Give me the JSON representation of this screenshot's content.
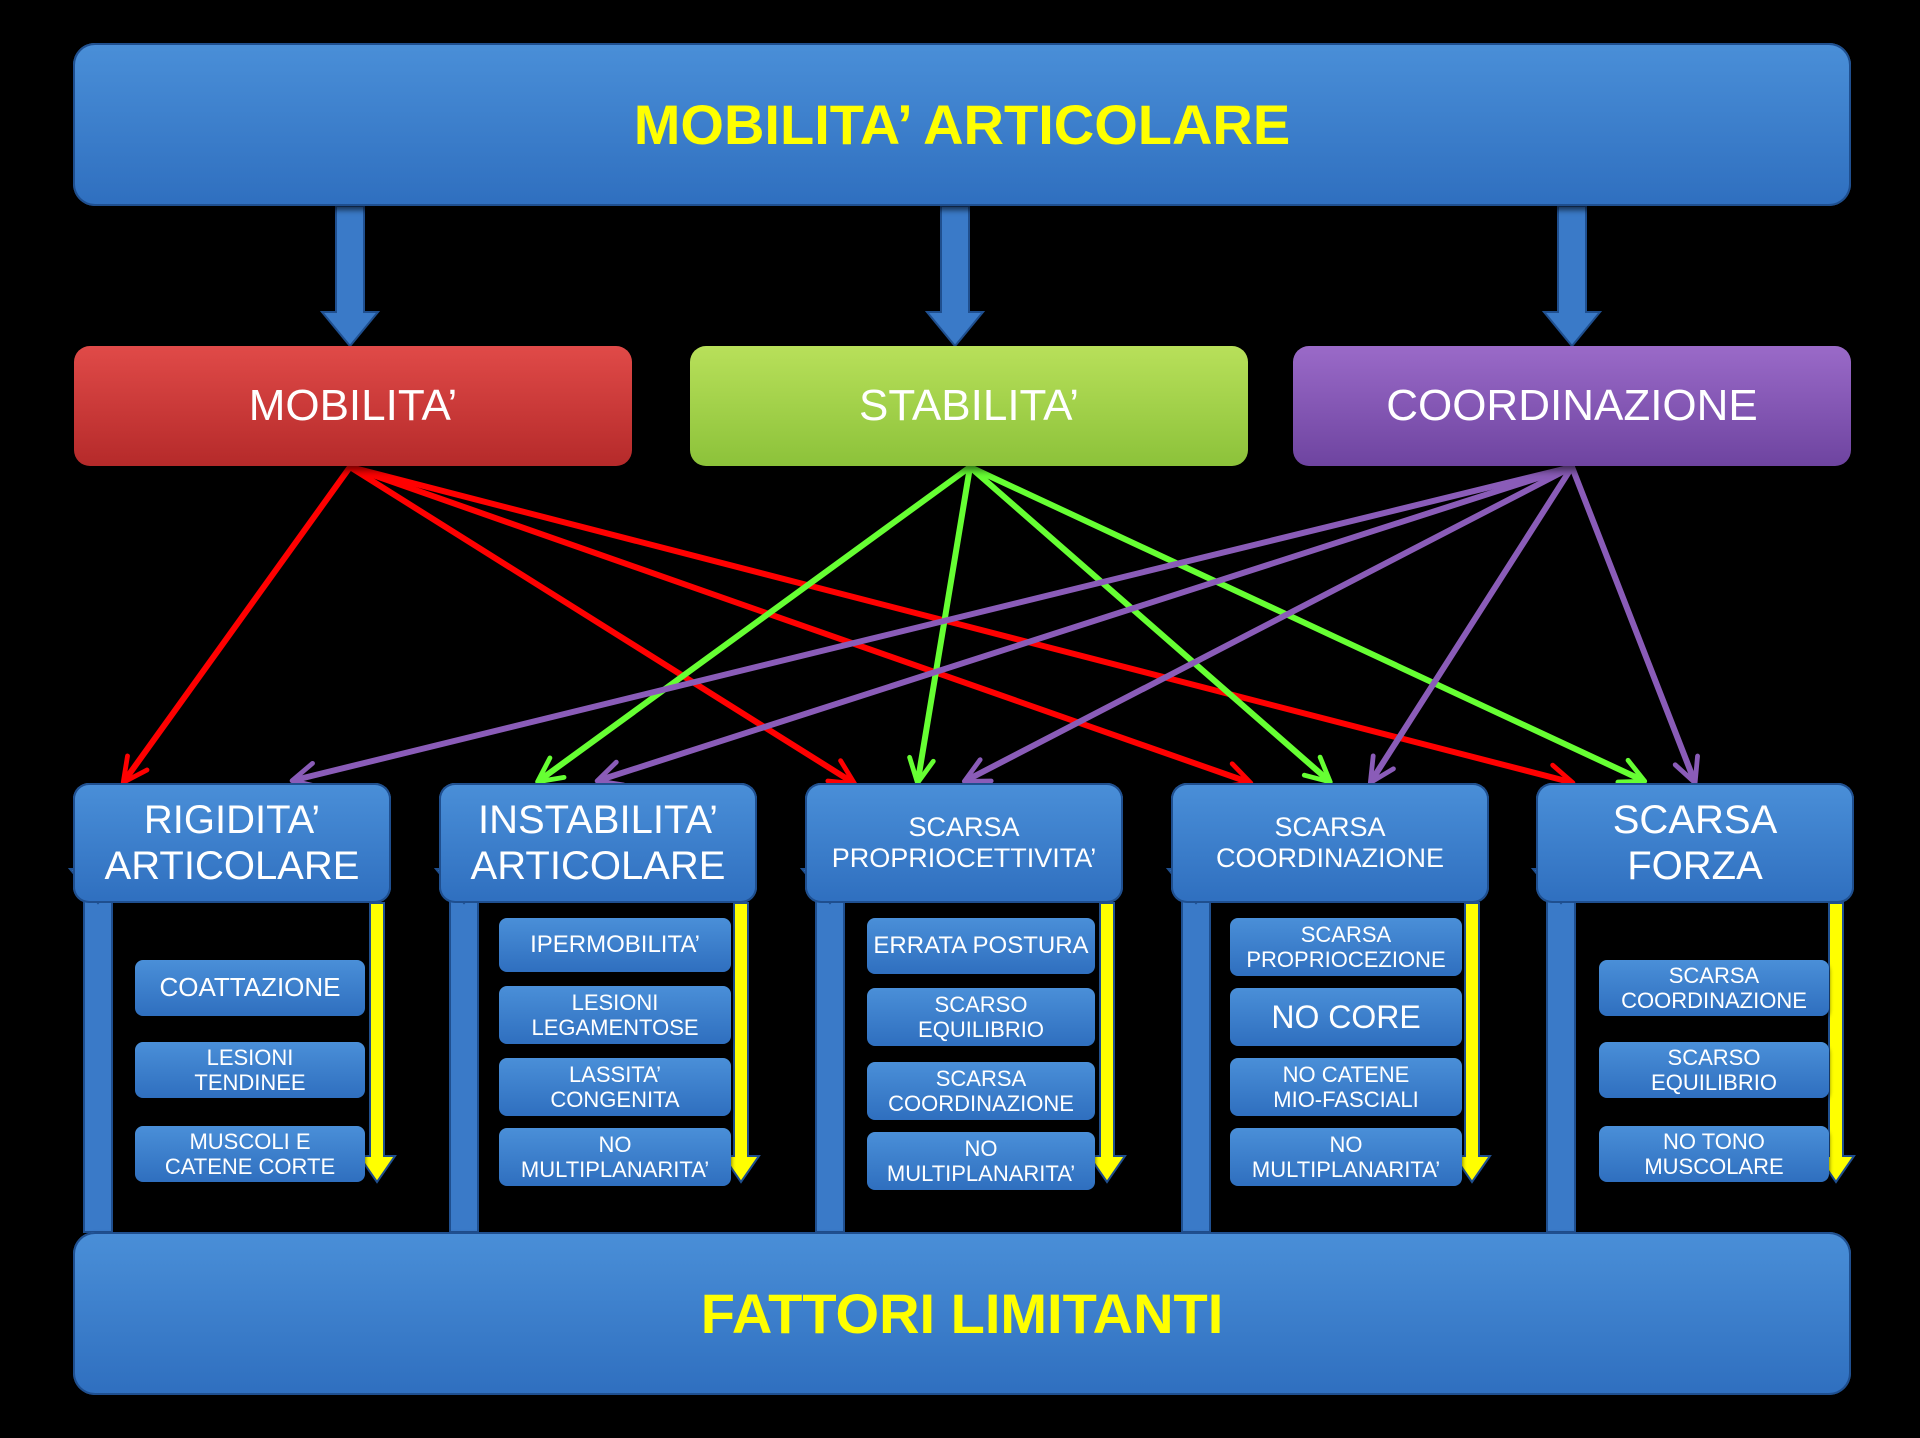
{
  "header": {
    "title": "MOBILITA’ ARTICOLARE"
  },
  "footer": {
    "title": "FATTORI LIMITANTI"
  },
  "components": [
    {
      "label": "MOBILITA’",
      "color": "#d93c3a"
    },
    {
      "label": "STABILITA’",
      "color": "#a4d44e"
    },
    {
      "label": "COORDINAZIONE",
      "color": "#8457b6"
    }
  ],
  "arrow_colors": {
    "mobilita": "#ff0000",
    "stabilita": "#66ff33",
    "coordinazione": "#8a5cb8",
    "down": "#ffff00",
    "link": "#3a7ac8"
  },
  "categories": [
    {
      "line1": "RIGIDITA’",
      "line2": "ARTICOLARE",
      "items": [
        [
          "COATTAZIONE"
        ],
        [
          "LESIONI",
          "TENDINEE"
        ],
        [
          "MUSCOLI E",
          "CATENE CORTE"
        ]
      ]
    },
    {
      "line1": "INSTABILITA’",
      "line2": "ARTICOLARE",
      "items": [
        [
          "IPERMOBILITA’"
        ],
        [
          "LESIONI",
          "LEGAMENTOSE"
        ],
        [
          "LASSITA’",
          "CONGENITA"
        ],
        [
          "NO",
          "MULTIPLANARITA’"
        ]
      ]
    },
    {
      "line1": "SCARSA",
      "line2": "PROPRIOCETTIVITA’",
      "items": [
        [
          "ERRATA POSTURA"
        ],
        [
          "SCARSO",
          "EQUILIBRIO"
        ],
        [
          "SCARSA",
          "COORDINAZIONE"
        ],
        [
          "NO",
          "MULTIPLANARITA’"
        ]
      ]
    },
    {
      "line1": "SCARSA",
      "line2": "COORDINAZIONE",
      "items": [
        [
          "SCARSA",
          "PROPRIOCEZIONE"
        ],
        [
          "NO CORE"
        ],
        [
          "NO CATENE",
          "MIO-FASCIALI"
        ],
        [
          "NO",
          "MULTIPLANARITA’"
        ]
      ]
    },
    {
      "line1": "SCARSA",
      "line2": "FORZA",
      "items": [
        [
          "SCARSA",
          "COORDINAZIONE"
        ],
        [
          "SCARSO",
          "EQUILIBRIO"
        ],
        [
          "NO TONO",
          "MUSCOLARE"
        ]
      ]
    }
  ],
  "links": {
    "mobilita": [
      0,
      2,
      3,
      4
    ],
    "stabilita": [
      1,
      2,
      3,
      4
    ],
    "coordinazione": [
      0,
      1,
      2,
      3,
      4
    ]
  }
}
